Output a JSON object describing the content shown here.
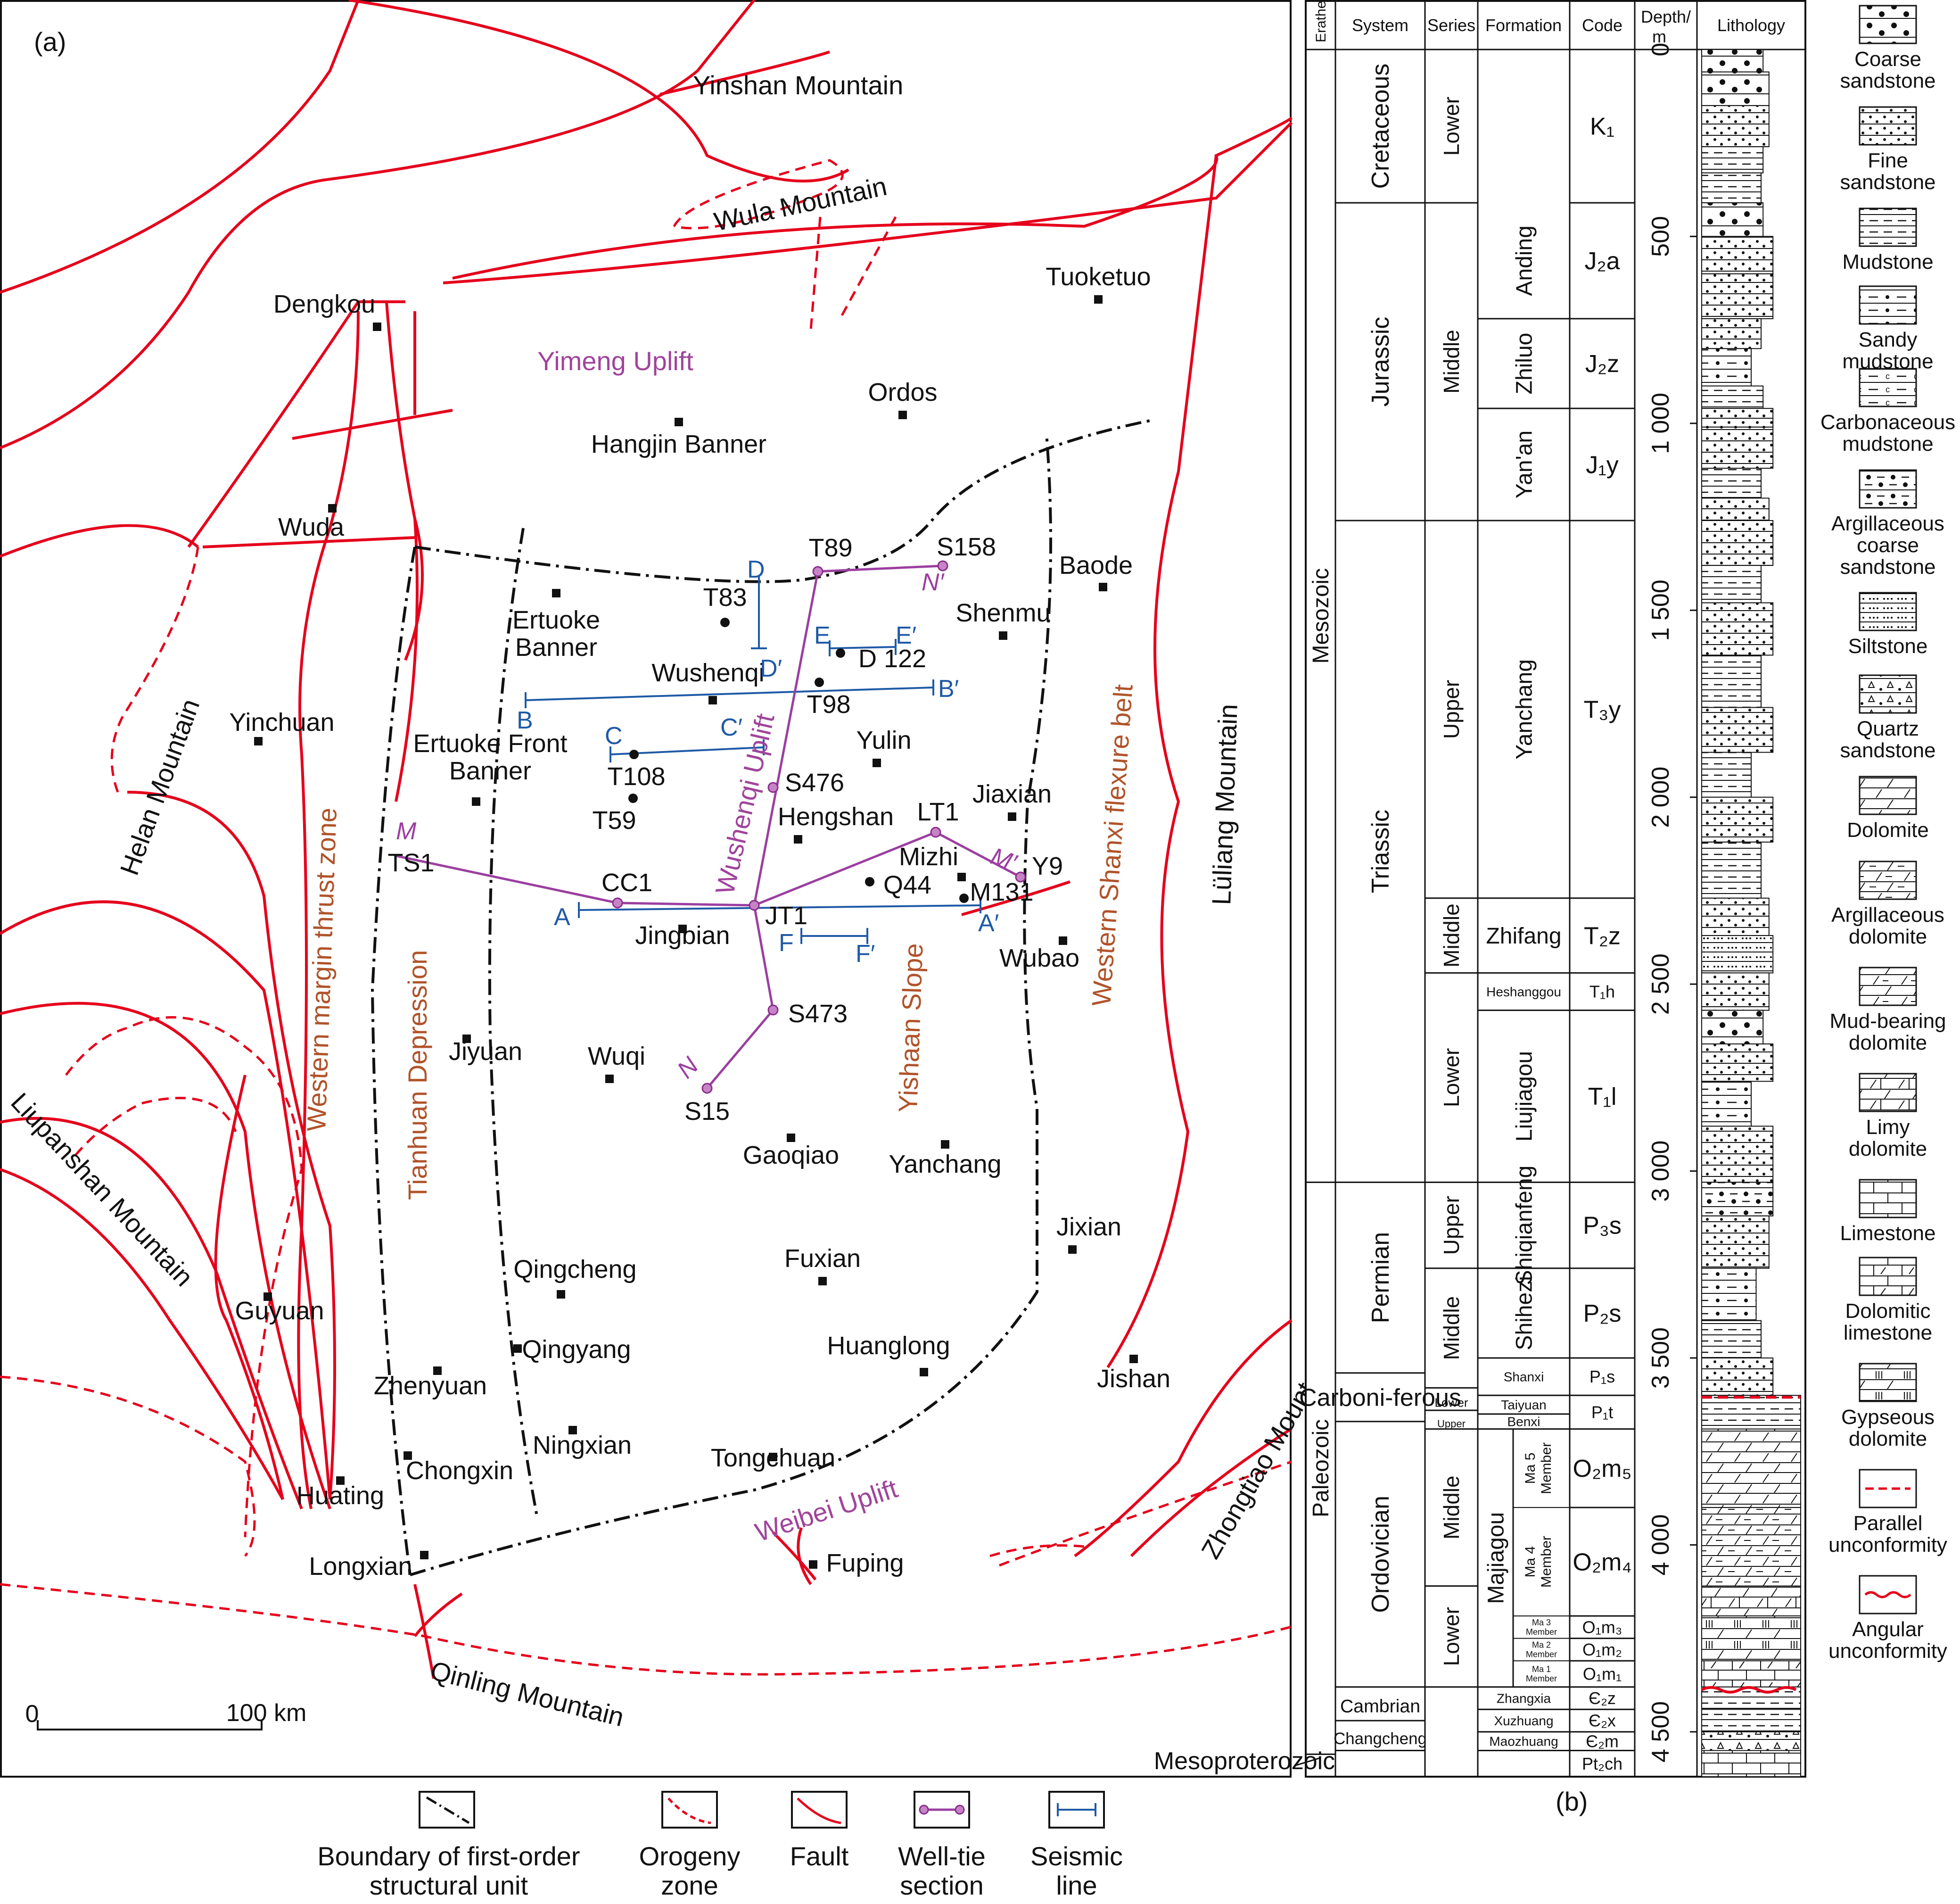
{
  "map": {
    "panel_label": "(a)",
    "places": [
      {
        "name": "Dengkou",
        "sym": "sq"
      },
      {
        "name": "Hangjin Banner",
        "sym": "sq"
      },
      {
        "name": "Ordos",
        "sym": "sq"
      },
      {
        "name": "Tuoketuo",
        "sym": "sq"
      },
      {
        "name": "Wuda",
        "sym": "sq"
      },
      {
        "name": "Yinchuan",
        "sym": "sq"
      },
      {
        "name": "Ertuoke Banner",
        "sym": "sq"
      },
      {
        "name": "Ertuoke Front Banner",
        "sym": "sq"
      },
      {
        "name": "Wushenqi",
        "sym": "sq"
      },
      {
        "name": "Shenmu",
        "sym": "sq"
      },
      {
        "name": "Baode",
        "sym": "sq"
      },
      {
        "name": "Yulin",
        "sym": "sq"
      },
      {
        "name": "Jiaxian",
        "sym": "sq"
      },
      {
        "name": "Hengshan",
        "sym": "sq"
      },
      {
        "name": "Mizhi",
        "sym": "sq"
      },
      {
        "name": "Jingbian",
        "sym": "sq"
      },
      {
        "name": "Wubao",
        "sym": "sq"
      },
      {
        "name": "Jiyuan",
        "sym": "sq"
      },
      {
        "name": "Wuqi",
        "sym": "sq"
      },
      {
        "name": "Gaoqiao",
        "sym": "sq"
      },
      {
        "name": "Yanchang",
        "sym": "sq"
      },
      {
        "name": "Jixian",
        "sym": "sq"
      },
      {
        "name": "Qingcheng",
        "sym": "sq"
      },
      {
        "name": "Fuxian",
        "sym": "sq"
      },
      {
        "name": "Guyuan",
        "sym": "sq"
      },
      {
        "name": "Qingyang",
        "sym": "sq"
      },
      {
        "name": "Huanglong",
        "sym": "sq"
      },
      {
        "name": "Jishan",
        "sym": "sq"
      },
      {
        "name": "Zhenyuan",
        "sym": "sq"
      },
      {
        "name": "Ningxian",
        "sym": "sq"
      },
      {
        "name": "Huating",
        "sym": "sq"
      },
      {
        "name": "Chongxin",
        "sym": "sq"
      },
      {
        "name": "Tongchuan",
        "sym": "sq"
      },
      {
        "name": "Longxian",
        "sym": "sq"
      },
      {
        "name": "Fuping",
        "sym": "sq"
      },
      {
        "name": "T83",
        "sym": "dot"
      },
      {
        "name": "D 122",
        "sym": "dot"
      },
      {
        "name": "T98",
        "sym": "dot"
      },
      {
        "name": "T108",
        "sym": "dot"
      },
      {
        "name": "T59",
        "sym": "dot"
      },
      {
        "name": "Q44",
        "sym": "dot"
      },
      {
        "name": "M131",
        "sym": "dot"
      }
    ],
    "wells": [
      "T89",
      "S158",
      "S476",
      "LT1",
      "Y9",
      "TS1",
      "CC1",
      "JT1",
      "S473",
      "S15"
    ],
    "region_labels": [
      "Yinshan Mountain",
      "Wula Mountain",
      "Yimeng Uplift",
      "Helan Mountain",
      "Western margin thrust zone",
      "Tianhuan Depression",
      "Wushenqi Uplift",
      "Yishaan Slope",
      "Western Shanxi flexure belt",
      "Lüliang Mountain",
      "Liupanshan Mountain",
      "Weibei Uplift",
      "Zhongtiao Mountain",
      "Qinling Mountain"
    ],
    "section_labels": [
      "M",
      "M′",
      "N",
      "N′"
    ],
    "seismic_labels": [
      "A",
      "A′",
      "B",
      "B′",
      "C",
      "C′",
      "D",
      "D′",
      "E",
      "E′",
      "F",
      "F′"
    ],
    "scale": {
      "zero": "0",
      "value": "100 km"
    }
  },
  "legend": {
    "items": [
      {
        "label_1": "Boundary of first-order",
        "label_2": "structural unit"
      },
      {
        "label_1": "Orogeny",
        "label_2": "zone"
      },
      {
        "label_1": "Fault",
        "label_2": ""
      },
      {
        "label_1": "Well-tie",
        "label_2": "section"
      },
      {
        "label_1": "Seismic",
        "label_2": "line"
      }
    ]
  },
  "column": {
    "panel_label": "(b)",
    "headers": {
      "erathem": "Erathem",
      "system": "System",
      "series": "Series",
      "formation": "Formation",
      "code": "Code",
      "depth_1": "Depth/",
      "depth_2": "m",
      "lithology": "Lithology"
    },
    "depth_range": [
      0,
      4500
    ],
    "depth_ticks": [
      "0",
      "500",
      "1 000",
      "1 500",
      "2 000",
      "2 500",
      "3 000",
      "3 500",
      "4 000",
      "4 500"
    ],
    "erathems": [
      {
        "label": "Mesozoic",
        "top": 0,
        "bottom": 3030
      },
      {
        "label": "Paleozoic",
        "top": 3030,
        "bottom": 4560
      },
      {
        "label": "Mesoproterozoic",
        "top": 4560,
        "bottom": 4620
      }
    ],
    "systems": [
      {
        "label": "Cretaceous",
        "top": 0,
        "bottom": 410
      },
      {
        "label": "Jurassic",
        "top": 410,
        "bottom": 1260
      },
      {
        "label": "Triassic",
        "top": 1260,
        "bottom": 3030
      },
      {
        "label": "Permian",
        "top": 3030,
        "bottom": 3540
      },
      {
        "label": "Carboni-ferous",
        "top": 3540,
        "bottom": 3670
      },
      {
        "label": "Ordovician",
        "top": 3670,
        "bottom": 4380
      },
      {
        "label": "Cambrian",
        "top": 4380,
        "bottom": 4470
      },
      {
        "label": "Changcheng",
        "top": 4470,
        "bottom": 4550
      }
    ],
    "series": [
      {
        "label": "Lower",
        "top": 0,
        "bottom": 410
      },
      {
        "label": "Middle",
        "top": 410,
        "bottom": 1260
      },
      {
        "label": "Upper",
        "top": 1260,
        "bottom": 2270
      },
      {
        "label": "Middle",
        "top": 2270,
        "bottom": 2470
      },
      {
        "label": "Lower",
        "top": 2470,
        "bottom": 3030
      },
      {
        "label": "Upper",
        "top": 3030,
        "bottom": 3260
      },
      {
        "label": "Middle",
        "top": 3260,
        "bottom": 3580
      },
      {
        "label": "Lower",
        "top": 3580,
        "bottom": 3640
      },
      {
        "label": "Upper",
        "top": 3640,
        "bottom": 3690
      },
      {
        "label": "Middle",
        "top": 3690,
        "bottom": 4110
      },
      {
        "label": "Lower",
        "top": 4110,
        "bottom": 4380
      }
    ],
    "formations": [
      {
        "label": "Anding",
        "top": 410,
        "bottom": 720
      },
      {
        "label": "Zhiluo",
        "top": 720,
        "bottom": 960
      },
      {
        "label": "Yan'an",
        "top": 960,
        "bottom": 1260
      },
      {
        "label": "Yanchang",
        "top": 1260,
        "bottom": 2270
      },
      {
        "label": "Zhifang",
        "top": 2270,
        "bottom": 2470
      },
      {
        "label": "Heshanggou",
        "top": 2470,
        "bottom": 2570
      },
      {
        "label": "Liujiagou",
        "top": 2570,
        "bottom": 3030
      },
      {
        "label": "Shiqianfeng",
        "top": 3030,
        "bottom": 3260
      },
      {
        "label": "Shihezi",
        "top": 3260,
        "bottom": 3500
      },
      {
        "label": "Shanxi",
        "top": 3500,
        "bottom": 3600
      },
      {
        "label": "Taiyuan",
        "top": 3600,
        "bottom": 3650
      },
      {
        "label": "Benxi",
        "top": 3650,
        "bottom": 3690
      },
      {
        "label": "Majiagou",
        "top": 3690,
        "bottom": 4380
      },
      {
        "label": "Zhangxia",
        "top": 4380,
        "bottom": 4440
      },
      {
        "label": "Xuzhuang",
        "top": 4440,
        "bottom": 4500
      },
      {
        "label": "Maozhuang",
        "top": 4500,
        "bottom": 4550
      }
    ],
    "members": [
      {
        "label_1": "Ma 5",
        "label_2": "Member",
        "top": 3690,
        "bottom": 3900
      },
      {
        "label_1": "Ma 4",
        "label_2": "Member",
        "top": 3900,
        "bottom": 4190
      },
      {
        "label_1": "Ma 3",
        "label_2": "Member",
        "top": 4190,
        "bottom": 4250
      },
      {
        "label_1": "Ma 2",
        "label_2": "Member",
        "top": 4250,
        "bottom": 4310
      },
      {
        "label_1": "Ma 1",
        "label_2": "Member",
        "top": 4310,
        "bottom": 4380
      }
    ],
    "codes": [
      {
        "code": "K₁",
        "top": 0,
        "bottom": 410
      },
      {
        "code": "J₂a",
        "top": 410,
        "bottom": 720
      },
      {
        "code": "J₂z",
        "top": 720,
        "bottom": 960
      },
      {
        "code": "J₁y",
        "top": 960,
        "bottom": 1260
      },
      {
        "code": "T₃y",
        "top": 1260,
        "bottom": 2270
      },
      {
        "code": "T₂z",
        "top": 2270,
        "bottom": 2470
      },
      {
        "code": "T₁h",
        "top": 2470,
        "bottom": 2570
      },
      {
        "code": "T₁l",
        "top": 2570,
        "bottom": 3030
      },
      {
        "code": "P₃s",
        "top": 3030,
        "bottom": 3260
      },
      {
        "code": "P₂s",
        "top": 3260,
        "bottom": 3500
      },
      {
        "code": "P₁s",
        "top": 3500,
        "bottom": 3600
      },
      {
        "code": "P₁t",
        "top": 3600,
        "bottom": 3690
      },
      {
        "code": "O₂m₅",
        "top": 3690,
        "bottom": 3900
      },
      {
        "code": "O₂m₄",
        "top": 3900,
        "bottom": 4190
      },
      {
        "code": "O₁m₃",
        "top": 4190,
        "bottom": 4250
      },
      {
        "code": "O₁m₂",
        "top": 4250,
        "bottom": 4310
      },
      {
        "code": "O₁m₁",
        "top": 4310,
        "bottom": 4380
      },
      {
        "code": "Є₂z",
        "top": 4380,
        "bottom": 4440
      },
      {
        "code": "Є₂x",
        "top": 4440,
        "bottom": 4500
      },
      {
        "code": "Є₂m",
        "top": 4500,
        "bottom": 4550
      },
      {
        "code": "Pt₂ch",
        "top": 4550,
        "bottom": 4620
      }
    ],
    "lithology_legend": [
      {
        "label": "Coarse sandstone",
        "lines": [
          "Coarse",
          "sandstone"
        ],
        "pattern": "coarse"
      },
      {
        "label": "Fine sandstone",
        "lines": [
          "Fine",
          "sandstone"
        ],
        "pattern": "fine"
      },
      {
        "label": "Mudstone",
        "lines": [
          "Mudstone"
        ],
        "pattern": "mud"
      },
      {
        "label": "Sandy mudstone",
        "lines": [
          "Sandy",
          "mudstone"
        ],
        "pattern": "sandymud"
      },
      {
        "label": "Carbonaceous mudstone",
        "lines": [
          "Carbonaceous",
          "mudstone"
        ],
        "pattern": "carbmud"
      },
      {
        "label": "Argillaceous coarse sandstone",
        "lines": [
          "Argillaceous",
          "coarse",
          "sandstone"
        ],
        "pattern": "argcoarse"
      },
      {
        "label": "Siltstone",
        "lines": [
          "Siltstone"
        ],
        "pattern": "silt"
      },
      {
        "label": "Quartz sandstone",
        "lines": [
          "Quartz",
          "sandstone"
        ],
        "pattern": "quartz"
      },
      {
        "label": "Dolomite",
        "lines": [
          "Dolomite"
        ],
        "pattern": "dol"
      },
      {
        "label": "Argillaceous dolomite",
        "lines": [
          "Argillaceous",
          "dolomite"
        ],
        "pattern": "argdol"
      },
      {
        "label": "Mud-bearing dolomite",
        "lines": [
          "Mud-bearing",
          "dolomite"
        ],
        "pattern": "muddol"
      },
      {
        "label": "Limy dolomite",
        "lines": [
          "Limy",
          "dolomite"
        ],
        "pattern": "limydol"
      },
      {
        "label": "Limestone",
        "lines": [
          "Limestone"
        ],
        "pattern": "lime"
      },
      {
        "label": "Dolomitic limestone",
        "lines": [
          "Dolomitic",
          "limestone"
        ],
        "pattern": "dollime"
      },
      {
        "label": "Gypseous dolomite",
        "lines": [
          "Gypseous",
          "dolomite"
        ],
        "pattern": "gyp"
      },
      {
        "label": "Parallel unconformity",
        "lines": [
          "Parallel",
          "unconformity"
        ],
        "pattern": "parallel"
      },
      {
        "label": "Angular unconformity",
        "lines": [
          "Angular",
          "unconformity"
        ],
        "pattern": "angular"
      }
    ]
  },
  "colors": {
    "fault": "#e5001b",
    "well_tie": "#9b3fa0",
    "seismic": "#1f5aa6",
    "region_purple": "#a0449b",
    "region_brown": "#b0532a",
    "text": "#111111"
  }
}
